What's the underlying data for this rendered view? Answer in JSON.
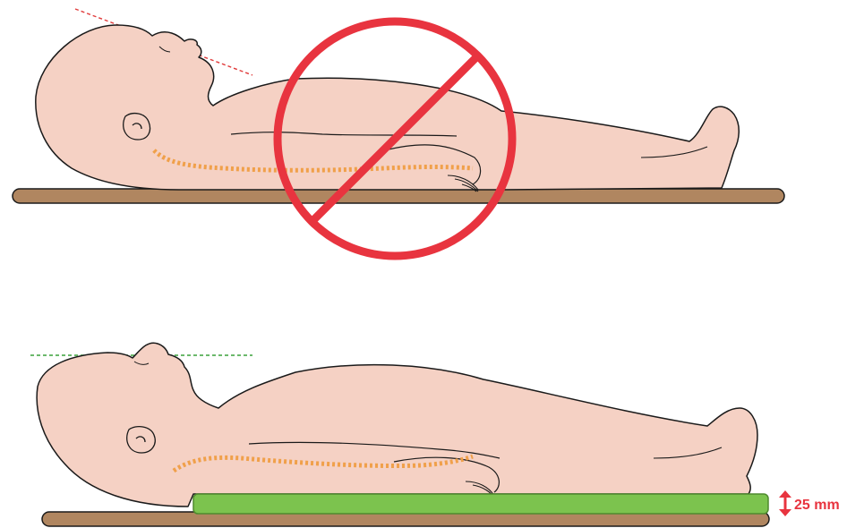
{
  "colors": {
    "skin": "#f5d1c4",
    "outline": "#1a1a1a",
    "board": "#b08660",
    "spine": "#f0a04a",
    "prohibited": "#e8343f",
    "incorrect_line": "#e03a3a",
    "correct_line": "#3aa03a",
    "pad": "#7cc34e",
    "pad_outline": "#4f8a2e",
    "measure": "#e8343f"
  },
  "panels": [
    {
      "id": "incorrect",
      "prohibited_symbol": "no-symbol-icon"
    },
    {
      "id": "correct",
      "prohibited_symbol": null
    }
  ],
  "pad": {
    "thickness_label": "25 mm",
    "thickness_mm": 25
  }
}
